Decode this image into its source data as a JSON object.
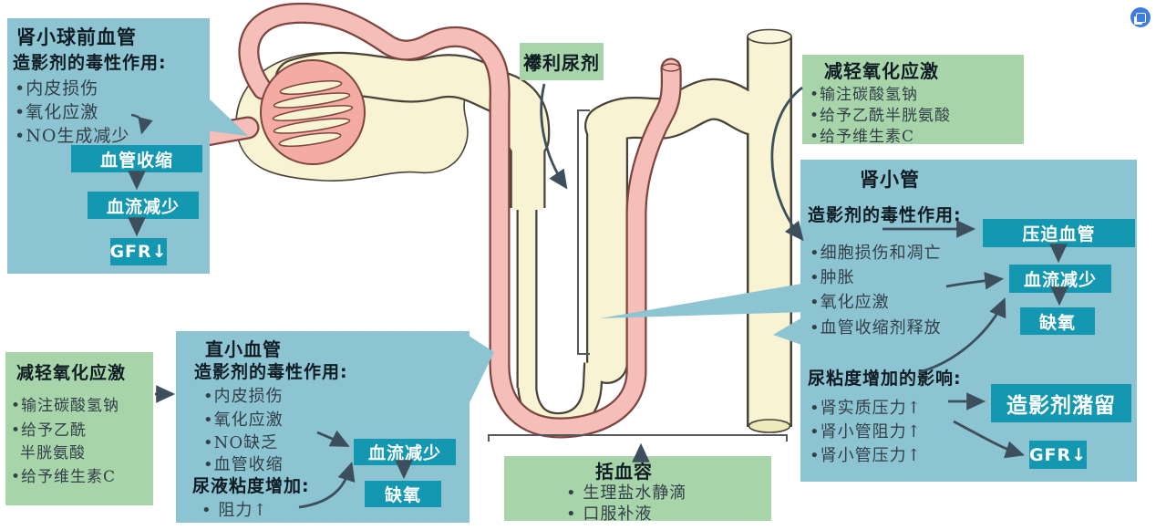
{
  "colors": {
    "panel_blue": "#8cc4d2",
    "panel_green": "#a7d5a9",
    "chip_teal": "#1497b1",
    "arrow_dark": "#3d4f5c",
    "vessel_pink": "#f5beb8",
    "tubule_cream": "#f7f3d3"
  },
  "icons": {
    "badge": "translate-icon"
  },
  "boxes": {
    "preglomerular": {
      "title": "肾小球前血管",
      "subtitle": "造影剂的毒性作用:",
      "bullets": [
        "•内皮损伤",
        "•氧化应激",
        "•NO生成减少"
      ],
      "flow": [
        "血管收缩",
        "血流减少",
        "GFR↓"
      ]
    },
    "loop_diuretic": {
      "title": "襻利尿剂"
    },
    "oxidative_right": {
      "title": "减轻氧化应激",
      "bullets": [
        "•输注碳酸氢钠",
        "•给予乙酰半胱氨酸",
        "•给予维生素C"
      ]
    },
    "tubule": {
      "title": "肾小管",
      "subtitle": "造影剂的毒性作用:",
      "bullets": [
        "•细胞损伤和凋亡",
        "•肿胀",
        "•氧化应激",
        "•血管收缩剂释放"
      ],
      "subtitle2": "尿粘度增加的影响:",
      "bullets2": [
        "•肾实质压力↑",
        "•肾小管阻力↑",
        "•肾小管压力↑"
      ],
      "flow": [
        "压迫血管",
        "血流减少",
        "缺氧"
      ],
      "flow2": [
        "造影剂潴留",
        "GFR↓"
      ]
    },
    "oxidative_left": {
      "title": "减轻氧化应激",
      "bullets": [
        "•输注碳酸氢钠",
        "•给予乙酰",
        "半胱氨酸",
        "•给予维生素C"
      ]
    },
    "vasa_recta": {
      "title": "直小血管",
      "subtitle": "造影剂的毒性作用:",
      "bullets": [
        "•内皮损伤",
        "•氧化应激",
        "•NO缺乏",
        "•血管收缩"
      ],
      "subtitle2": "尿液粘度增加:",
      "bullets2": [
        "• 阻力↑"
      ],
      "flow": [
        "血流减少",
        "缺氧"
      ]
    },
    "volume": {
      "title": "括血容",
      "bullets": [
        "• 生理盐水静滴",
        "• 口服补液"
      ]
    }
  }
}
